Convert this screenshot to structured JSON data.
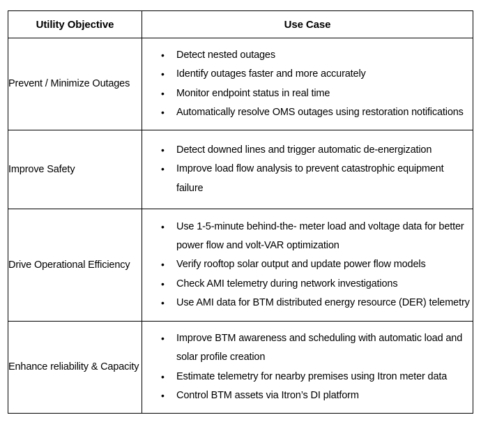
{
  "table": {
    "caption": "",
    "columns": [
      {
        "key": "utility_objective",
        "label": "Utility Objective"
      },
      {
        "key": "use_case",
        "label": "Use Case"
      }
    ],
    "rows": [
      {
        "objective": "Prevent / Minimize Outages",
        "use_cases": [
          "Detect nested outages",
          "Identify outages faster and more accurately",
          "Monitor endpoint status in real time",
          "Automatically resolve OMS outages using restoration notifications"
        ]
      },
      {
        "objective": "Improve Safety",
        "use_cases": [
          "Detect downed lines and trigger automatic de-energization",
          "Improve load flow analysis to prevent catastrophic equipment failure"
        ]
      },
      {
        "objective": "Drive Operational Efficiency",
        "use_cases": [
          "Use 1-5-minute behind-the- meter load and voltage data for better power flow and volt-VAR optimization",
          "Verify rooftop solar output and update power flow models",
          "Check AMI telemetry during network investigations",
          "Use AMI data for BTM distributed energy resource (DER) telemetry"
        ]
      },
      {
        "objective": "Enhance reliability & Capacity",
        "use_cases": [
          "Improve BTM awareness and scheduling with automatic load and solar profile creation",
          "Estimate telemetry for nearby premises using Itron meter data",
          "Control BTM assets via Itron’s DI platform"
        ]
      }
    ],
    "bullet_glyph": "•",
    "colors": {
      "border": "#000000",
      "text": "#000000",
      "background": "#ffffff"
    }
  }
}
